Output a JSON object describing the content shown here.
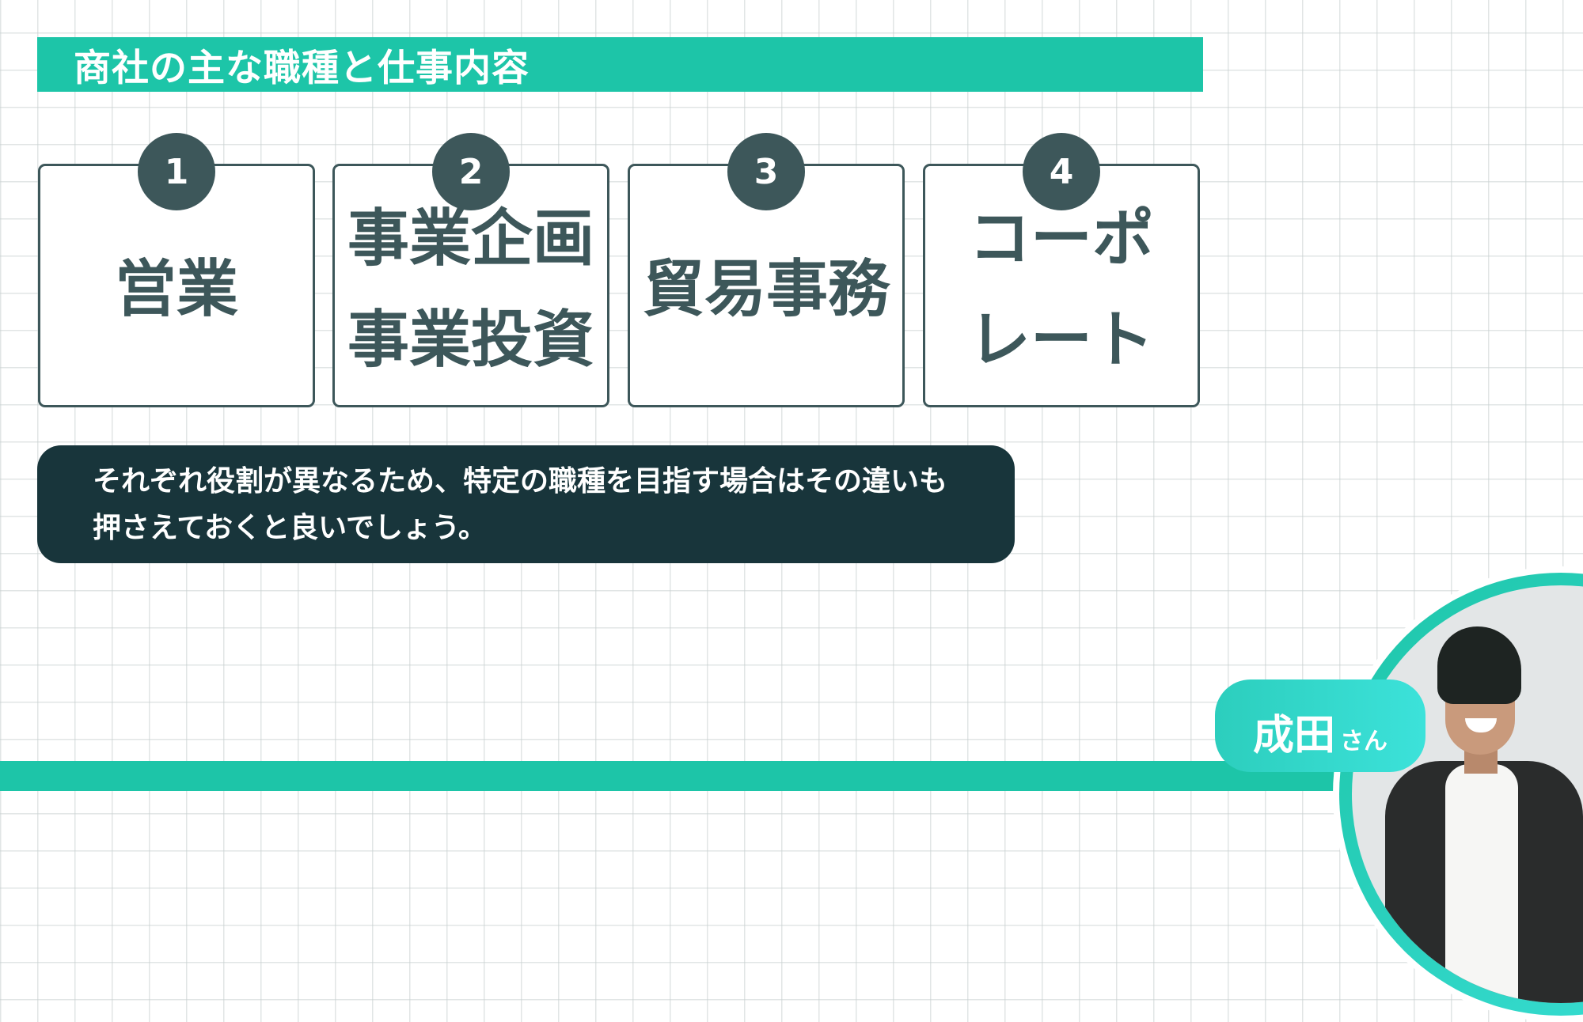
{
  "header": {
    "title": "商社の主な職種と仕事内容"
  },
  "cards": [
    {
      "number": "1",
      "label": "営業"
    },
    {
      "number": "2",
      "label": "事業企画\n事業投資"
    },
    {
      "number": "3",
      "label": "貿易事務"
    },
    {
      "number": "4",
      "label": "コーポ\nレート"
    }
  ],
  "callout": {
    "text": "それぞれ役割が異なるため、特定の職種を目指す場合はその違いも\n押さえておくと良いでしょう。"
  },
  "speaker": {
    "name": "成田",
    "honorific": "さん",
    "photo": "smiling-man-portrait"
  },
  "colors": {
    "accent": "#1DC5A8",
    "card_border": "#3D575A",
    "callout_bg": "#18353B",
    "pill_gradient_end": "#3CE2DA"
  }
}
